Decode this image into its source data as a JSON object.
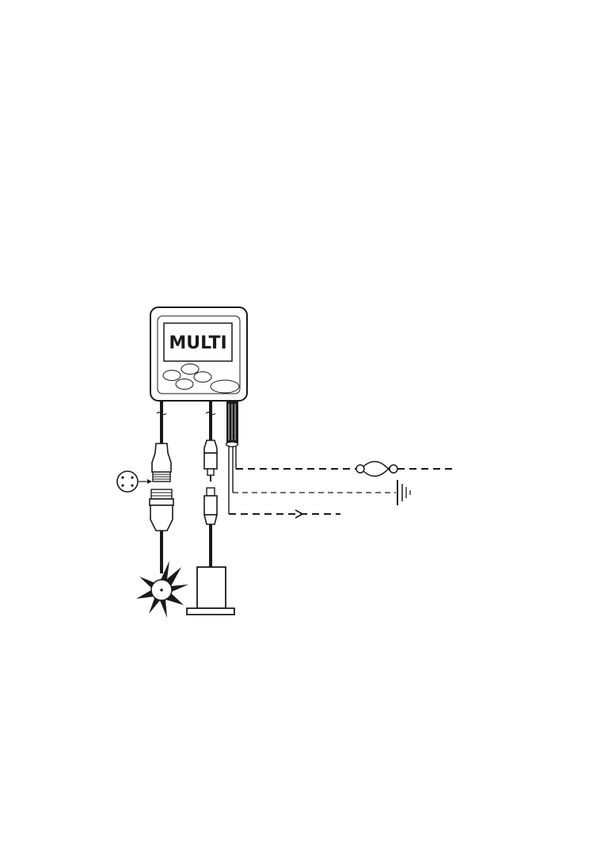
{
  "device": {
    "screen_label": "MULTI"
  },
  "colors": {
    "ink": "#1a1a1a",
    "paper": "#ffffff"
  },
  "icons": [
    "multi-display-unit",
    "paddle-wheel-sensor",
    "through-hull-transducer",
    "four-pin-connector-face",
    "ground-symbol",
    "fuse-symbol",
    "arrow-right"
  ]
}
